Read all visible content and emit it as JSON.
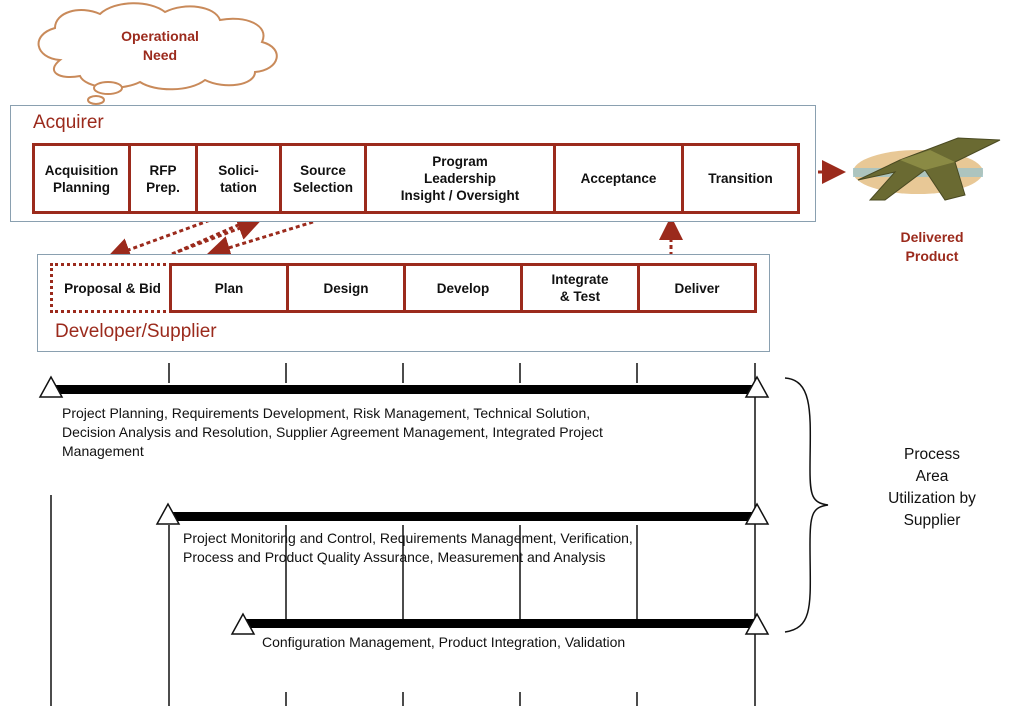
{
  "operational_need": "Operational\nNeed",
  "acquirer": {
    "title": "Acquirer",
    "phases": [
      "Acquisition\nPlanning",
      "RFP\nPrep.",
      "Solici-\ntation",
      "Source\nSelection",
      "Program\nLeadership\nInsight / Oversight",
      "Acceptance",
      "Transition"
    ]
  },
  "developer": {
    "title": "Developer/Supplier",
    "phases": [
      "Proposal & Bid",
      "Plan",
      "Design",
      "Develop",
      "Integrate\n& Test",
      "Deliver"
    ]
  },
  "delivered_product": "Delivered\nProduct",
  "process_areas": [
    "Project Planning, Requirements Development, Risk Management, Technical Solution,\nDecision Analysis and Resolution, Supplier Agreement Management, Integrated Project\nManagement",
    "Project Monitoring and Control, Requirements Management, Verification,\nProcess and Product Quality Assurance, Measurement and Analysis",
    "Configuration Management, Product Integration, Validation"
  ],
  "side_label": "Process\nArea\nUtilization by\nSupplier",
  "colors": {
    "accent": "#9b2a1c",
    "box_border": "#8aa0b0"
  }
}
